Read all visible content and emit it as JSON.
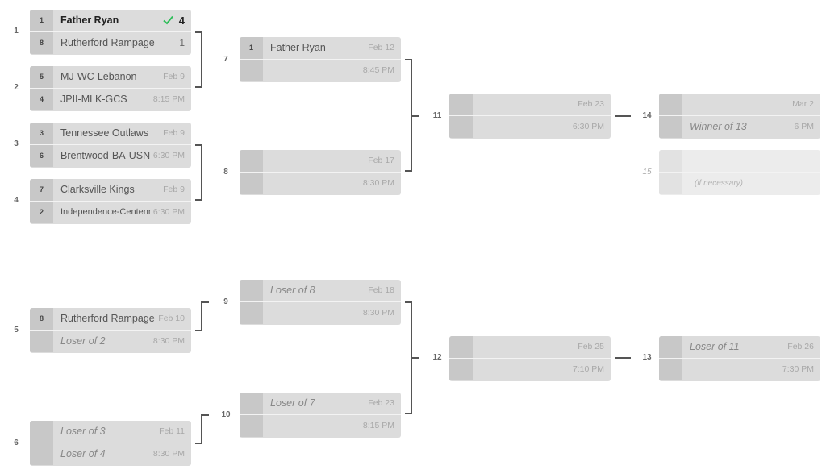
{
  "round_labels": {
    "r1": "1",
    "r2": "2",
    "r3": "3",
    "r4": "4",
    "r5": "5",
    "r6": "6",
    "r7": "7",
    "r8": "8",
    "r9": "9",
    "r10": "10",
    "r11": "11",
    "r12": "12",
    "r13": "13",
    "r14": "14",
    "r15": "15"
  },
  "matches": {
    "m1": {
      "top": {
        "seed": "1",
        "name": "Father Ryan",
        "score": "4",
        "winner": true
      },
      "bottom": {
        "seed": "8",
        "name": "Rutherford Rampage",
        "score": "1"
      }
    },
    "m2": {
      "top": {
        "seed": "5",
        "name": "MJ-WC-Lebanon",
        "meta": "Feb 9"
      },
      "bottom": {
        "seed": "4",
        "name": "JPII-MLK-GCS",
        "meta": "8:15 PM"
      }
    },
    "m3": {
      "top": {
        "seed": "3",
        "name": "Tennessee Outlaws",
        "meta": "Feb 9"
      },
      "bottom": {
        "seed": "6",
        "name": "Brentwood-BA-USN",
        "meta": "6:30 PM"
      }
    },
    "m4": {
      "top": {
        "seed": "7",
        "name": "Clarksville Kings",
        "meta": "Feb 9"
      },
      "bottom": {
        "seed": "2",
        "name": "Independence-Centennial",
        "meta": "6:30 PM"
      }
    },
    "m5": {
      "top": {
        "seed": "8",
        "name": "Rutherford Rampage",
        "meta": "Feb 10"
      },
      "bottom": {
        "seed": "",
        "name": "Loser of 2",
        "meta": "8:30 PM"
      }
    },
    "m6": {
      "top": {
        "seed": "",
        "name": "Loser of 3",
        "meta": "Feb 11"
      },
      "bottom": {
        "seed": "",
        "name": "Loser of 4",
        "meta": "8:30 PM"
      }
    },
    "m7": {
      "top": {
        "seed": "1",
        "name": "Father Ryan",
        "meta": "Feb 12"
      },
      "bottom": {
        "seed": "",
        "name": "",
        "meta": "8:45 PM"
      }
    },
    "m8": {
      "top": {
        "seed": "",
        "name": "",
        "meta": "Feb 17"
      },
      "bottom": {
        "seed": "",
        "name": "",
        "meta": "8:30 PM"
      }
    },
    "m9": {
      "top": {
        "seed": "",
        "name": "Loser of 8",
        "meta": "Feb 18"
      },
      "bottom": {
        "seed": "",
        "name": "",
        "meta": "8:30 PM"
      }
    },
    "m10": {
      "top": {
        "seed": "",
        "name": "Loser of 7",
        "meta": "Feb 23"
      },
      "bottom": {
        "seed": "",
        "name": "",
        "meta": "8:15 PM"
      }
    },
    "m11": {
      "top": {
        "seed": "",
        "name": "",
        "meta": "Feb 23"
      },
      "bottom": {
        "seed": "",
        "name": "",
        "meta": "6:30 PM"
      }
    },
    "m12": {
      "top": {
        "seed": "",
        "name": "",
        "meta": "Feb 25"
      },
      "bottom": {
        "seed": "",
        "name": "",
        "meta": "7:10 PM"
      }
    },
    "m13": {
      "top": {
        "seed": "",
        "name": "Loser of 11",
        "meta": "Feb 26"
      },
      "bottom": {
        "seed": "",
        "name": "",
        "meta": "7:30 PM"
      }
    },
    "m14": {
      "top": {
        "seed": "",
        "name": "",
        "meta": "Mar 2"
      },
      "bottom": {
        "seed": "",
        "name": "Winner of 13",
        "meta": "6 PM"
      }
    },
    "m15": {
      "top": {
        "seed": "",
        "name": "",
        "meta": ""
      },
      "bottom": {
        "seed": "",
        "name": "(if necessary)",
        "meta": ""
      }
    }
  },
  "colors": {
    "check": "#2ebd59",
    "card": "#dcdcdc",
    "seed": "#c8c8c8",
    "connector": "#555555"
  },
  "icons": {
    "winner": "check-icon"
  }
}
